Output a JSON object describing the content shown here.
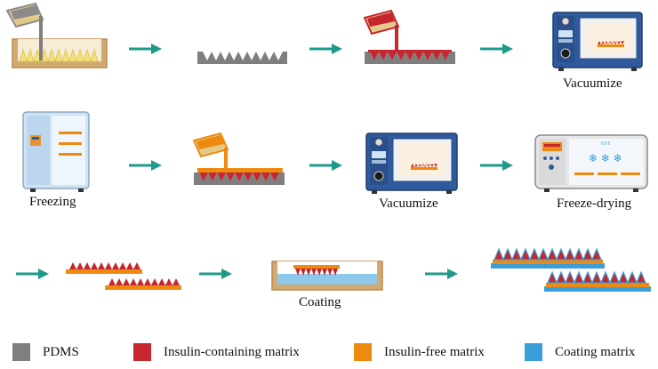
{
  "labels": {
    "vacuumize_1": "Vacuumize",
    "freezing": "Freezing",
    "vacuumize_2": "Vacuumize",
    "freeze_drying": "Freeze-drying",
    "coating": "Coating"
  },
  "legend": [
    {
      "label": "PDMS",
      "color": "#7f7f7f"
    },
    {
      "label": "Insulin-containing matrix",
      "color": "#c6262e"
    },
    {
      "label": "Insulin-free matrix",
      "color": "#ee8a10"
    },
    {
      "label": "Coating matrix",
      "color": "#3a9ed8"
    }
  ],
  "colors": {
    "arrow": "#1f9a8a",
    "mold_tray": "#c9a46a",
    "oven_body": "#2f5a9c",
    "fridge": "#cfe3f3",
    "freezer": "#e6e6e6"
  }
}
